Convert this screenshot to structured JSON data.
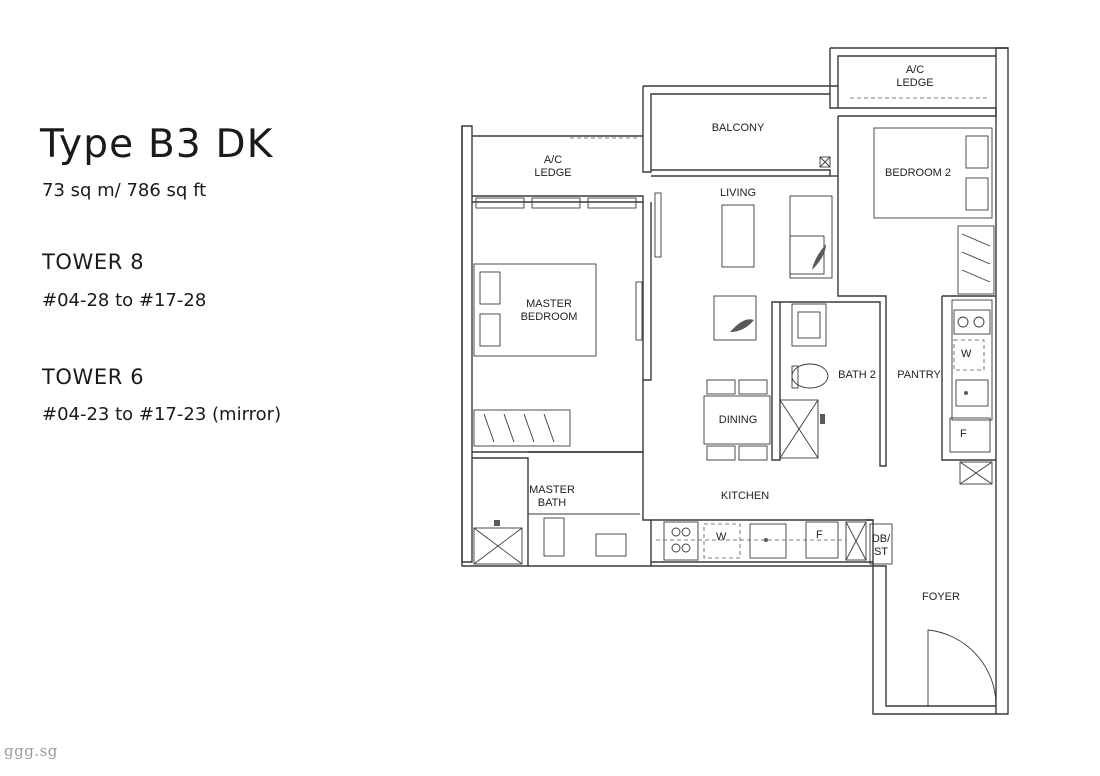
{
  "unit_info": {
    "type_title": "Type B3 DK",
    "area": "73 sq m/ 786 sq ft",
    "towers": [
      {
        "name": "TOWER 8",
        "units": "#04-28 to #17-28"
      },
      {
        "name": "TOWER 6",
        "units": "#04-23 to #17-23 (mirror)"
      }
    ]
  },
  "rooms": {
    "ac_ledge_left_1": "A/C",
    "ac_ledge_left_2": "LEDGE",
    "ac_ledge_right_1": "A/C",
    "ac_ledge_right_2": "LEDGE",
    "balcony": "BALCONY",
    "living": "LIVING",
    "bedroom2": "BEDROOM 2",
    "master_bedroom_1": "MASTER",
    "master_bedroom_2": "BEDROOM",
    "bath2": "BATH 2",
    "pantry": "PANTRY",
    "dining": "DINING",
    "kitchen": "KITCHEN",
    "master_bath_1": "MASTER",
    "master_bath_2": "BATH",
    "foyer": "FOYER",
    "dbst_1": "DB/",
    "dbst_2": "ST"
  },
  "fixtures": {
    "washer_pantry": "W",
    "fridge_pantry": "F",
    "washer_kitchen": "W",
    "fridge_kitchen": "F"
  },
  "watermark": "ggg.sg"
}
